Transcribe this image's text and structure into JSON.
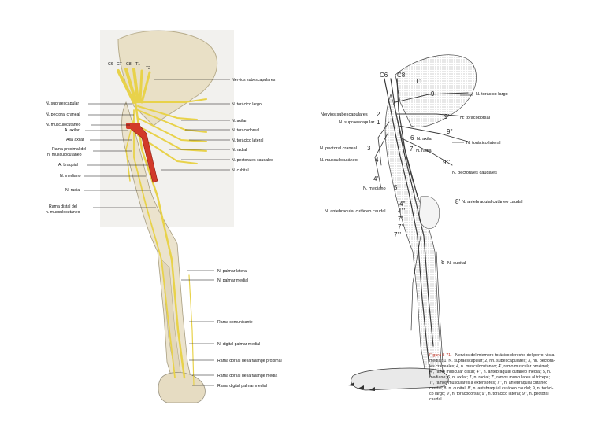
{
  "left": {
    "roots": [
      "C6",
      "C7",
      "C8",
      "T1",
      "T2"
    ],
    "labels_left": [
      "N. supraescapular",
      "N. pectoral craneal",
      "N. musculocutáneo",
      "A. axilar",
      "Asa axilar",
      "Rama proximal del",
      "n. musculocutáneo",
      "A. braquial",
      "N. mediano",
      "N. radial",
      "Rama distal del",
      "n. musculocutáneo"
    ],
    "labels_right": [
      "Nervios subescapulares",
      "N. torácico largo",
      "N. axilar",
      "N. toracodorsal",
      "N. torácico lateral",
      "N. radial",
      "N. pectorales caudales",
      "N. cubital",
      "N. palmar lateral",
      "N. palmar medial",
      "Rama comunicante",
      "N. digital palmar medial",
      "Rama dorsal de la falange proximal",
      "Rama dorsal de la falange media",
      "Rama digital palmar medial"
    ]
  },
  "right": {
    "roots": [
      "C6",
      "C8",
      "T1"
    ],
    "labels": [
      "N. torácico largo",
      "Nervios subescapulares",
      "N. supraescapular",
      "9'",
      "N. toracodorsal",
      "9''",
      "N. axilar",
      "N. torácico lateral",
      "N. pectoral craneal",
      "N. radial",
      "N. musculocutáneo",
      "9'''",
      "N. pectorales caudales",
      "N. mediano",
      "8'",
      "N. antebraquial cutáneo caudal",
      "N. antebraquial cutáneo caudal",
      "N. cubital"
    ],
    "numbers": [
      "9",
      "2",
      "1",
      "3",
      "6",
      "7",
      "4",
      "4'",
      "5",
      "4''",
      "4'''",
      "7'",
      "7''",
      "7'''",
      "8"
    ],
    "caption_title": "Figura 8-71.",
    "caption_lines": [
      "Nervios del miembro torácico derecho del perro; vista",
      "medial: 1, N. supraescapular; 2, nn. subescapulares; 3, nn. pectora-",
      "les craneales; 4, n. musculocutáneo; 4', ramo muscular proximal;",
      "4'', ramo muscular distal; 4''', n. antebraquial cutáneo medial; 5, n.",
      "mediano; 6, n. axilar; 7, n. radial; 7', ramos musculares al tríceps;",
      "7'', ramos musculares a extensores; 7''', n. antebraquial cutáneo",
      "caudal; 8, n. cubital; 8', n. antebraquial cutáneo caudal; 9, n. toráci-",
      "co largo; 9', n. toracodorsal; 9'', n. torácico lateral; 9''', n. pectoral",
      "caudal."
    ]
  },
  "colors": {
    "nerve_yellow": "#e8d24a",
    "artery_red": "#d23a2a",
    "bone_beige": "#efe8d6",
    "outline": "#9a9482"
  }
}
